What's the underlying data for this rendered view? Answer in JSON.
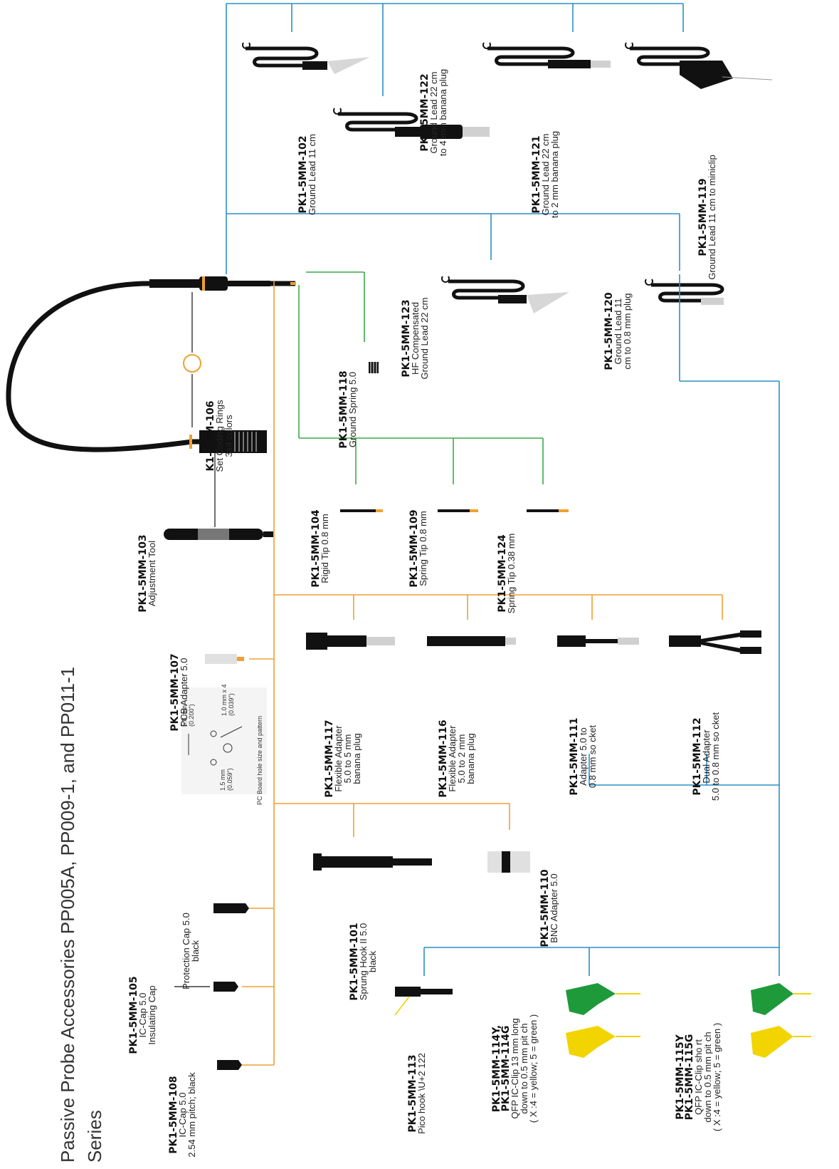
{
  "title_lines": [
    "Passive Probe Accessories PP005A, PP009-1, and PP011-1",
    "Series"
  ],
  "accessories": [
    {
      "key": "a102",
      "lines": [
        "PK1-5MM-102",
        "Ground  Lead 11 cm"
      ]
    },
    {
      "key": "a122",
      "lines": [
        "PK1-5MM-122",
        "Ground  Lead 22 cm",
        "to 4 mm banana plug"
      ]
    },
    {
      "key": "a121",
      "lines": [
        "PK1-5MM-121",
        "Ground  Lead 22 cm",
        "to 2 mm banana plug"
      ]
    },
    {
      "key": "a119",
      "lines": [
        "PK1-5MM-119",
        "Ground  Lead 11 cm to miniclip"
      ]
    },
    {
      "key": "a106",
      "lines": [
        "K1-5MM-106",
        "Set Coding Rings",
        "3x4 colors"
      ]
    },
    {
      "key": "a123",
      "lines": [
        "PK1-5MM-123",
        "HF Compensated",
        "Ground  Lead 22 cm"
      ]
    },
    {
      "key": "a120",
      "lines": [
        "PK1-5MM-120",
        "Ground  Lead 11",
        "cm to 0.8 mm plug"
      ]
    },
    {
      "key": "a118",
      "lines": [
        "PK1-5MM-118",
        "Ground Spring 5.0"
      ]
    },
    {
      "key": "a103",
      "lines": [
        "PK1-5MM-103",
        "Adjustment Tool"
      ]
    },
    {
      "key": "a104",
      "lines": [
        "PK1-5MM-104",
        "Rigid  Tip 0.8 mm"
      ]
    },
    {
      "key": "a109",
      "lines": [
        "PK1-5MM-109",
        "Spring  Tip 0.8 mm"
      ]
    },
    {
      "key": "a124",
      "lines": [
        "PK1-5MM-124",
        "Spring  Tip 0.38 mm"
      ]
    },
    {
      "key": "a107",
      "lines": [
        "PK1-5MM-107",
        "PCB Adapter 5.0"
      ]
    },
    {
      "key": "a117",
      "lines": [
        "PK1-5MM-117",
        "Flexible Adapter",
        "5.0 to 5 mm",
        "banana plug"
      ]
    },
    {
      "key": "a116",
      "lines": [
        "PK1-5MM-116",
        "Flexible Adapter",
        "5.0 to 2 mm",
        "banana plug"
      ]
    },
    {
      "key": "a111",
      "lines": [
        "PK1-5MM-111",
        "Adapter 5.0 to",
        "0.8 mm so    cket"
      ]
    },
    {
      "key": "a112",
      "lines": [
        "PK1-5MM-112",
        "Dual  Adapter",
        "5.0 to 0.8 mm so    cket"
      ]
    },
    {
      "key": "a110",
      "lines": [
        "PK1-5MM-110",
        "BNC  Adapter 5.0"
      ]
    },
    {
      "key": "a101",
      "lines": [
        "PK1-5MM-101",
        "Sprung Hook II 5.0",
        "black"
      ]
    },
    {
      "key": "a105",
      "lines": [
        "PK1-5MM-105",
        "IC-Cap 5.0",
        "Insulating Cap"
      ]
    },
    {
      "key": "acap",
      "lines": [
        "Protection Cap 5.0",
        "black"
      ]
    },
    {
      "key": "a108",
      "lines": [
        "PK1-5MM-108",
        "IC-Cap 5.0",
        "2.54 mm pitch; black"
      ]
    },
    {
      "key": "a113",
      "lines": [
        "PK1-5MM-113",
        "Pico hook \\U+2  122"
      ]
    },
    {
      "key": "a114",
      "lines": [
        "PK1-5MM-114Y,",
        "PK1-5MM-114G",
        "QFP IC-Clip   13 mm long",
        "down to 0.5 mm pit    ch",
        "( X :4 = yellow; 5 = green )"
      ]
    },
    {
      "key": "a115",
      "lines": [
        "PK1-5MM-115Y",
        "PK1-5MM-115G",
        "QFP IC-Clip sho    rt",
        "down to 0.5 mm pit    ch",
        "( X :4 = yellow; 5 = green )"
      ]
    }
  ],
  "pcb_pattern": {
    "caption": "PC Board hole size and pattern",
    "dim_58": [
      "5.8 mm",
      "(0.200\")"
    ],
    "dim_10": [
      "1.0 mm x 4",
      "(0.039\")"
    ],
    "dim_15": [
      "1.5 mm",
      "(0.059\")"
    ]
  },
  "colors": {
    "blue": "#2a8fc7",
    "orange": "#f0a030",
    "green": "#3aaa4a",
    "yellow": "#f2d400",
    "clip_green": "#1f9a3a"
  }
}
